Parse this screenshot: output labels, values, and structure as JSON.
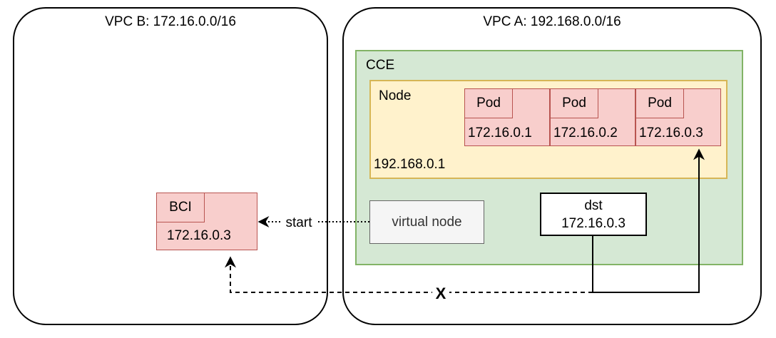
{
  "vpc_b": {
    "title": "VPC B: 172.16.0.0/16"
  },
  "vpc_a": {
    "title": "VPC A: 192.168.0.0/16"
  },
  "cce": {
    "label": "CCE"
  },
  "node": {
    "label": "Node",
    "ip": "192.168.0.1"
  },
  "pods": [
    {
      "label": "Pod",
      "ip": "172.16.0.1"
    },
    {
      "label": "Pod",
      "ip": "172.16.0.2"
    },
    {
      "label": "Pod",
      "ip": "172.16.0.3"
    }
  ],
  "bci": {
    "label": "BCI",
    "ip": "172.16.0.3"
  },
  "virtual_node": {
    "label": "virtual node"
  },
  "dst": {
    "line1": "dst",
    "line2": "172.16.0.3"
  },
  "edges": {
    "start_label": "start",
    "blocked_label": "X"
  }
}
